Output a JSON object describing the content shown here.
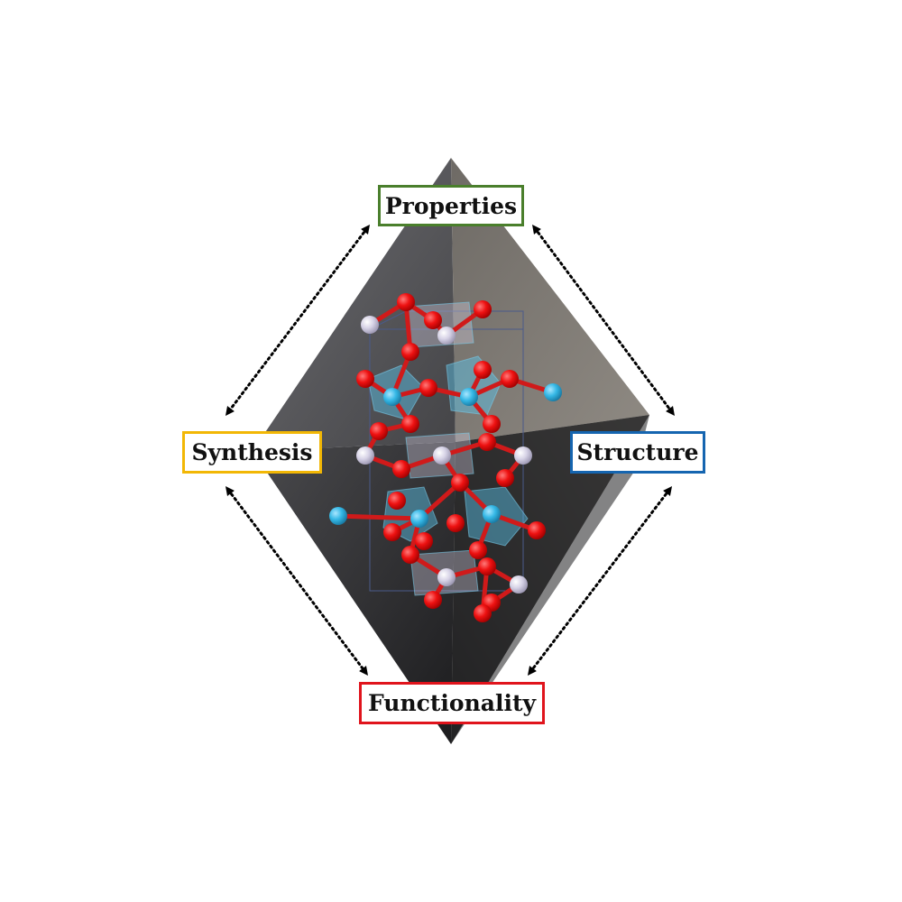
{
  "nodes": {
    "properties": {
      "label": "Properties",
      "border_color": "#4a7f2c"
    },
    "synthesis": {
      "label": "Synthesis",
      "border_color": "#f2b705"
    },
    "structure": {
      "label": "Structure",
      "border_color": "#1565b0"
    },
    "functionality": {
      "label": "Functionality",
      "border_color": "#e0141c"
    }
  },
  "connections": [
    {
      "from": "properties",
      "to": "synthesis",
      "style": "dotted",
      "arrows": "both"
    },
    {
      "from": "properties",
      "to": "structure",
      "style": "dotted",
      "arrows": "both"
    },
    {
      "from": "synthesis",
      "to": "functionality",
      "style": "dotted",
      "arrows": "both"
    },
    {
      "from": "structure",
      "to": "functionality",
      "style": "dotted",
      "arrows": "both"
    }
  ],
  "background_graphic": {
    "shape": "octahedron",
    "fill_colors": [
      "#5b5b5e",
      "#7c7873",
      "#3c3c3e",
      "#2a2a2c"
    ],
    "crystal_atoms": {
      "oxygen": "#ee1111",
      "cation_a": "#35b8e6",
      "cation_b": "#cfcbe0"
    }
  }
}
